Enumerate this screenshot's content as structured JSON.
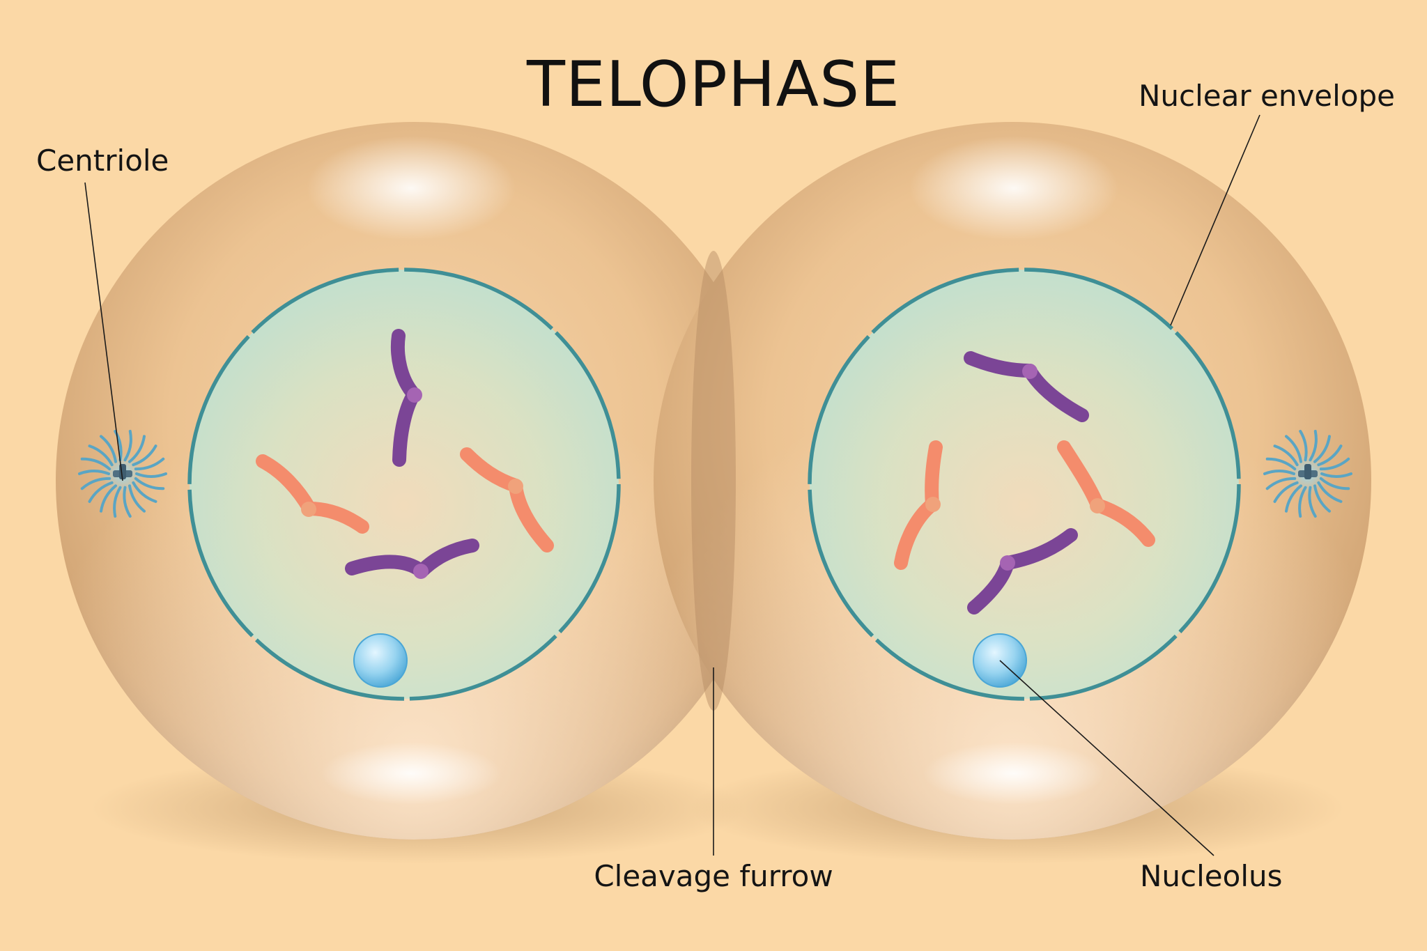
{
  "title": "TELOPHASE",
  "labels": {
    "centriole": "Centriole",
    "nuclear_envelope": "Nuclear envelope",
    "cleavage_furrow": "Cleavage furrow",
    "nucleolus": "Nucleolus"
  },
  "colors": {
    "background": "#fbd8a6",
    "cell": "#e2b98a",
    "nucleus": "#c9e4cf",
    "nuclear_envelope": "#3f8f96",
    "chromosome_purple": "#7b4596",
    "chromosome_orange": "#f48c6c",
    "nucleolus": "#7cc7ea",
    "centriole": "#5aa5c4"
  }
}
